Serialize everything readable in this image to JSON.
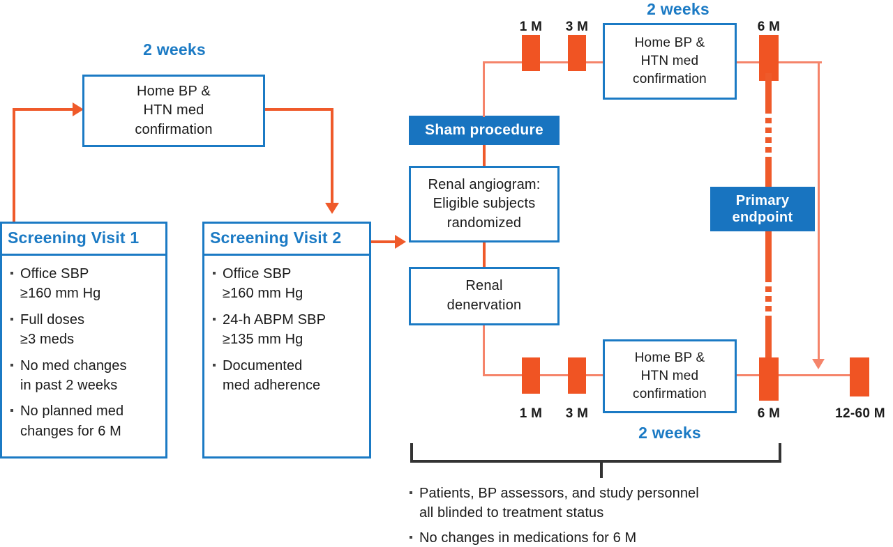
{
  "diagram": {
    "title": "Renal denervation sham-controlled trial design flow",
    "colors": {
      "blue": "#1b7ac4",
      "blue_fill": "#1874c0",
      "orange": "#ef5a2a",
      "orange_tick": "#f05423",
      "orange_light": "#f5846a",
      "bracket": "#333333"
    }
  },
  "labels": {
    "weeks_left": "2 weeks",
    "weeks_top": "2 weeks",
    "weeks_bottom": "2 weeks"
  },
  "home_bp_left": {
    "line1": "Home BP &",
    "line2": "HTN med",
    "line3": "confirmation"
  },
  "home_bp_top": {
    "line1": "Home BP &",
    "line2": "HTN med",
    "line3": "confirmation"
  },
  "home_bp_bottom": {
    "line1": "Home BP &",
    "line2": "HTN med",
    "line3": "confirmation"
  },
  "screening_visit_1": {
    "title": "Screening Visit 1",
    "criteria": [
      "Office SBP\n≥160 mm Hg",
      "Full doses\n≥3 meds",
      "No med changes\nin past 2 weeks",
      "No planned med\nchanges for 6 M"
    ]
  },
  "screening_visit_2": {
    "title": "Screening Visit 2",
    "criteria": [
      "Office SBP\n≥160 mm Hg",
      "24-h ABPM SBP\n≥135 mm Hg",
      "Documented\nmed adherence"
    ]
  },
  "sham": {
    "label": "Sham procedure"
  },
  "angiogram": {
    "line1": "Renal angiogram:",
    "line2": "Eligible subjects",
    "line3": "randomized"
  },
  "denervation": {
    "line1": "Renal",
    "line2": "denervation"
  },
  "primary_endpoint": {
    "line1": "Primary",
    "line2": "endpoint"
  },
  "timeline_top": {
    "ticks": [
      {
        "label": "1 M"
      },
      {
        "label": "3 M"
      },
      {
        "label": "6 M"
      }
    ]
  },
  "timeline_bottom": {
    "ticks": [
      {
        "label": "1 M"
      },
      {
        "label": "3 M"
      },
      {
        "label": "6 M"
      },
      {
        "label": "12-60 M"
      }
    ]
  },
  "footnotes": [
    "Patients, BP assessors, and study personnel\nall blinded to treatment status",
    "No changes in medications for 6 M"
  ]
}
